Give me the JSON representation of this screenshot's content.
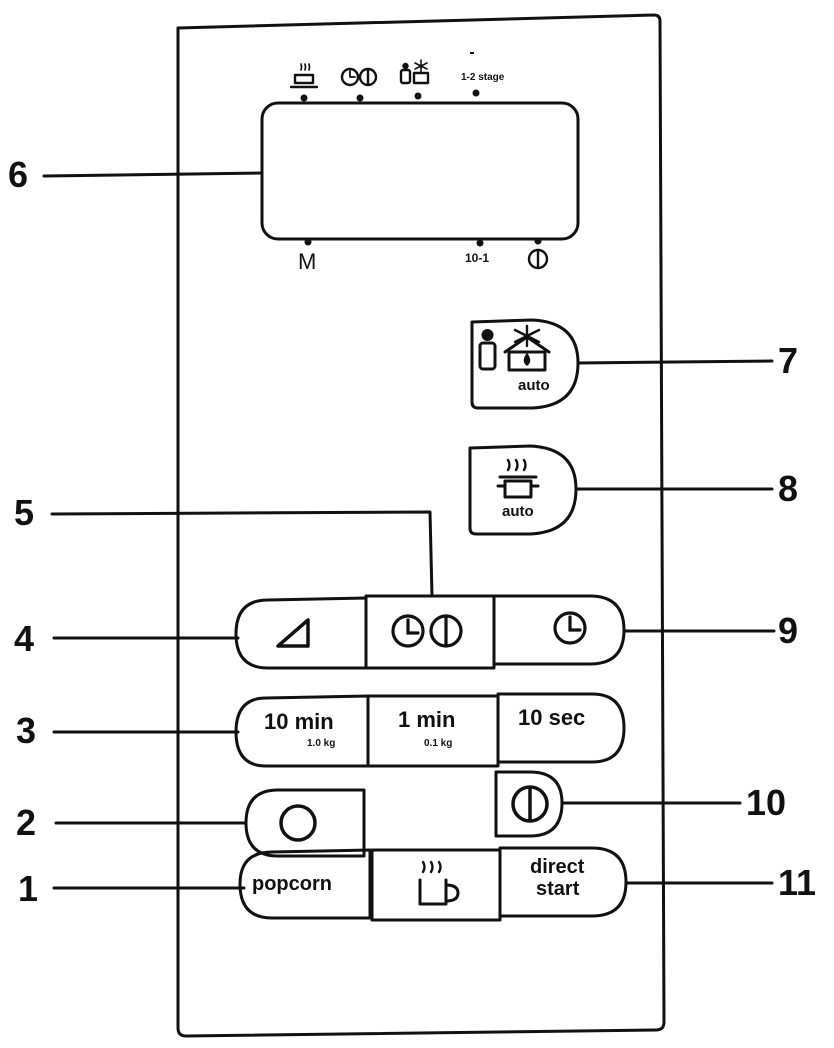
{
  "display": {
    "bottom_labels": {
      "m": "M",
      "ten_one": "10-1"
    },
    "top_labels": {
      "stages": "1-2 stage"
    }
  },
  "buttons": {
    "auto_defrost": {
      "sub": "auto"
    },
    "auto_cook": {
      "sub": "auto"
    },
    "ten_min": {
      "label": "10 min",
      "sub": "1.0 kg"
    },
    "one_min": {
      "label": "1 min",
      "sub": "0.1 kg"
    },
    "ten_sec": {
      "label": "10 sec"
    },
    "popcorn": {
      "label": "popcorn"
    },
    "direct_start": {
      "line1": "direct",
      "line2": "start"
    }
  },
  "callouts": {
    "c1": "1",
    "c2": "2",
    "c3": "3",
    "c4": "4",
    "c5": "5",
    "c6": "6",
    "c7": "7",
    "c8": "8",
    "c9": "9",
    "c10": "10",
    "c11": "11"
  }
}
